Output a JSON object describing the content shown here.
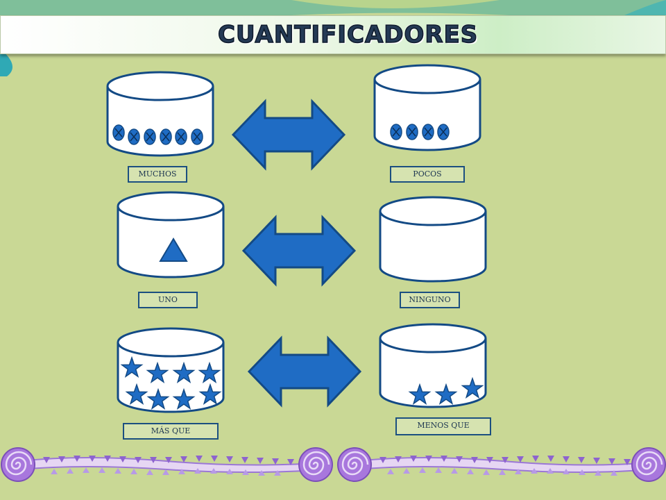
{
  "slide": {
    "title": "CUANTIFICADORES"
  },
  "pairs": [
    {
      "left_label": "MUCHOS",
      "right_label": "POCOS",
      "left_items": 6,
      "right_items": 4,
      "item_shape": "crossed-circle"
    },
    {
      "left_label": "UNO",
      "right_label": "NINGUNO",
      "left_items": 1,
      "right_items": 0,
      "item_shape": "triangle"
    },
    {
      "left_label": "MÁS QUE",
      "right_label": "MENOS QUE",
      "left_items": 8,
      "right_items": 3,
      "item_shape": "star"
    }
  ],
  "colors": {
    "background": "#c9d895",
    "arrow": "#1f6cc4",
    "outline": "#134a85",
    "container": "#ffffff",
    "border_purple": "#9b77d6"
  }
}
